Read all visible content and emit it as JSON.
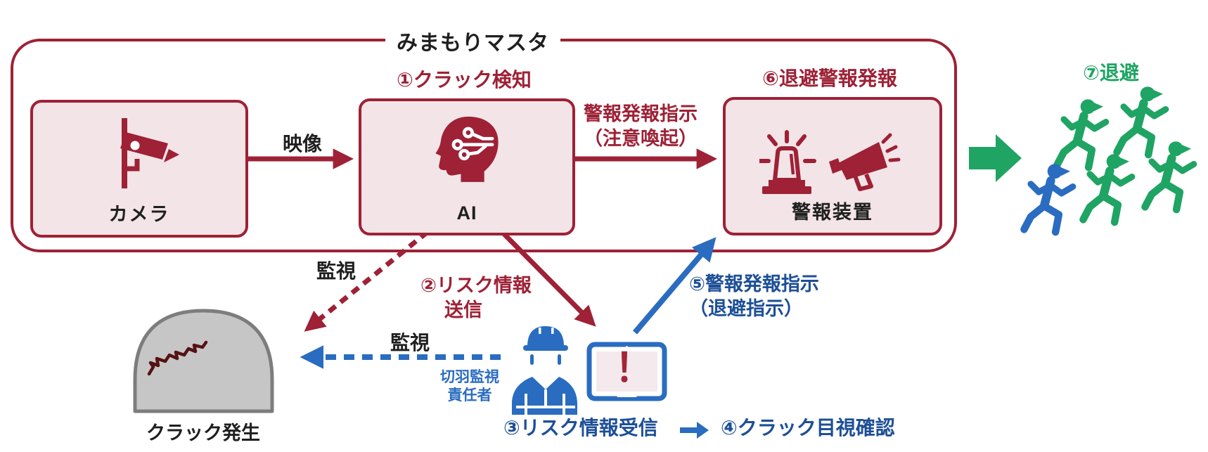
{
  "colors": {
    "brand_red": "#9e2136",
    "box_fill_pink": "#f2e4e7",
    "icon_blue": "#2a6cc0",
    "text_navy": "#1d4f97",
    "green": "#1fa463",
    "black": "#1f1f1f",
    "tunnel_fill": "#c6c6c6",
    "tunnel_stroke": "#7d7d7d",
    "crack_red": "#551212",
    "alert_red": "#a32638"
  },
  "system": {
    "title": "みまもりマスタ"
  },
  "nodes": {
    "camera": {
      "label": "カメラ"
    },
    "ai": {
      "label": "AI",
      "step": "①クラック検知"
    },
    "alarm": {
      "label": "警報装置",
      "step": "⑥退避警報発報"
    }
  },
  "arrows": {
    "video_label": "映像",
    "alert_line1": "警報発報指示",
    "alert_line2": "（注意喚起）",
    "monitor_ai": "監視",
    "monitor_person": "監視"
  },
  "steps": {
    "risk_send_line1": "②リスク情報",
    "risk_send_line2": "送信",
    "risk_receive": "③リスク情報受信",
    "visual_check": "④クラック目視確認",
    "alarm_order_line1": "⑤警報発報指示",
    "alarm_order_line2": "（退避指示）",
    "evacuate": "⑦退避"
  },
  "site": {
    "crack_label": "クラック発生",
    "person_line1": "切羽監視",
    "person_line2": "責任者",
    "tablet_alert": "！"
  }
}
